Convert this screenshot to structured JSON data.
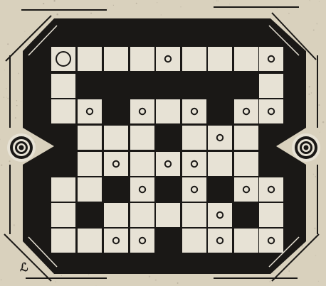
{
  "board": {
    "name": "",
    "paper_color": "#d9d1bd",
    "ink_color": "#1a1816",
    "square_color": "#e7e2d5",
    "signature": "ℒ",
    "start_marker": "large-ring",
    "side_pieces": [
      "left-target-token",
      "right-target-token"
    ],
    "track": [
      {
        "id": 1,
        "mark": "ring"
      },
      {
        "id": 2,
        "mark": ""
      },
      {
        "id": 3,
        "mark": ""
      },
      {
        "id": 4,
        "mark": ""
      },
      {
        "id": 5,
        "mark": "dot"
      },
      {
        "id": 6,
        "mark": ""
      },
      {
        "id": 7,
        "mark": ""
      },
      {
        "id": 8,
        "mark": ""
      },
      {
        "id": 9,
        "mark": "dot"
      },
      {
        "id": 10,
        "mark": ""
      },
      {
        "id": 11,
        "mark": "dot"
      },
      {
        "id": 12,
        "mark": "dot"
      },
      {
        "id": 13,
        "mark": ""
      },
      {
        "id": 14,
        "mark": ""
      },
      {
        "id": 15,
        "mark": "dot"
      },
      {
        "id": 16,
        "mark": "dot"
      },
      {
        "id": 17,
        "mark": ""
      },
      {
        "id": 18,
        "mark": "dot"
      },
      {
        "id": 19,
        "mark": ""
      },
      {
        "id": 20,
        "mark": "dot"
      },
      {
        "id": 21,
        "mark": ""
      },
      {
        "id": 22,
        "mark": ""
      },
      {
        "id": 23,
        "mark": "dot"
      },
      {
        "id": 24,
        "mark": "dot"
      },
      {
        "id": 25,
        "mark": ""
      },
      {
        "id": 26,
        "mark": "dot"
      },
      {
        "id": 27,
        "mark": ""
      },
      {
        "id": 28,
        "mark": "dot"
      },
      {
        "id": 29,
        "mark": ""
      },
      {
        "id": 30,
        "mark": ""
      },
      {
        "id": 31,
        "mark": "dot"
      },
      {
        "id": 32,
        "mark": ""
      },
      {
        "id": 33,
        "mark": "dot"
      },
      {
        "id": 34,
        "mark": "dot"
      },
      {
        "id": 35,
        "mark": ""
      },
      {
        "id": 36,
        "mark": ""
      },
      {
        "id": 37,
        "mark": ""
      },
      {
        "id": 38,
        "mark": ""
      },
      {
        "id": 39,
        "mark": ""
      },
      {
        "id": 40,
        "mark": ""
      },
      {
        "id": 41,
        "mark": ""
      },
      {
        "id": 42,
        "mark": "dot"
      },
      {
        "id": 43,
        "mark": ""
      },
      {
        "id": 44,
        "mark": ""
      },
      {
        "id": 45,
        "mark": "dot"
      },
      {
        "id": 46,
        "mark": "dot"
      },
      {
        "id": 47,
        "mark": ""
      },
      {
        "id": 48,
        "mark": ""
      },
      {
        "id": 49,
        "mark": "dot"
      },
      {
        "id": 50,
        "mark": ""
      },
      {
        "id": 51,
        "mark": ""
      },
      {
        "id": 52,
        "mark": "dot"
      }
    ]
  }
}
